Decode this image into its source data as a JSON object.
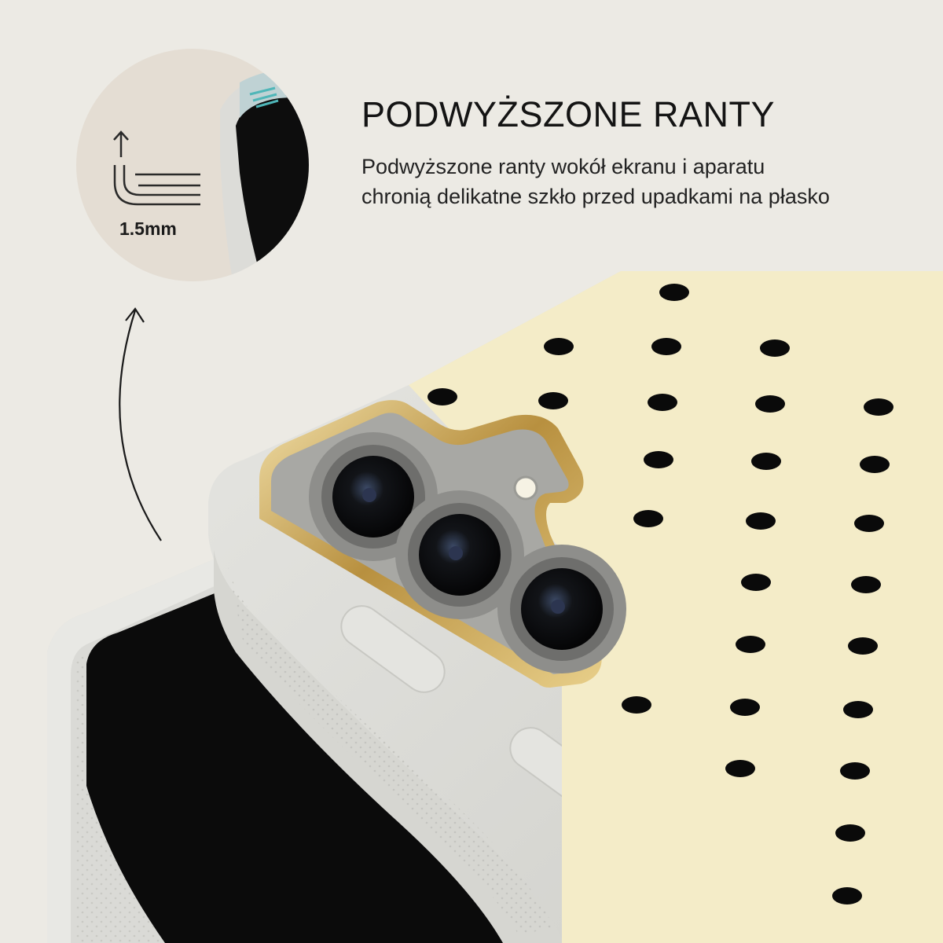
{
  "feature": {
    "title": "PODWYŻSZONE RANTY",
    "description_lines": [
      "Podwyższone ranty wokół ekranu i aparatu",
      "chronią delikatne szkło przed upadkami na płasko"
    ]
  },
  "callout": {
    "measurement": "1.5mm",
    "icons": [
      "raised-edge-icon",
      "up-arrow-icon",
      "curved-pointer-arrow-icon"
    ]
  },
  "product": {
    "case_color": "#dcdcd8",
    "back_panel_color": "#f4ecc8",
    "dot_color": "#0a0a0a",
    "camera_ring_color": "#c9a85c",
    "background_color": "#eceae4"
  }
}
